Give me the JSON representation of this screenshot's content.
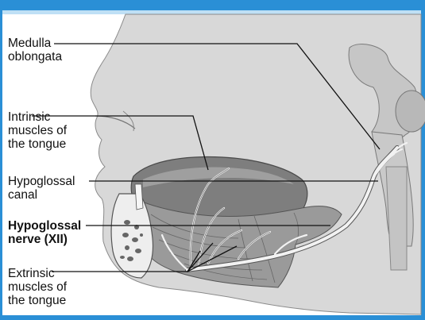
{
  "labels": {
    "medulla": {
      "line1": "Medulla",
      "line2": "oblongata"
    },
    "intrinsic": {
      "line1": "Intrinsic",
      "line2": "muscles of",
      "line3": "the tongue"
    },
    "canal": {
      "line1": "Hypoglossal",
      "line2": "canal"
    },
    "nerve": {
      "line1": "Hypoglossal",
      "line2": "nerve (XII)"
    },
    "extrinsic": {
      "line1": "Extrinsic",
      "line2": "muscles of",
      "line3": "the tongue"
    }
  },
  "colors": {
    "frame_border": "#2a8fd6",
    "head_fill": "#d8d8d8",
    "tongue_fill": "#7e7e7e",
    "muscle_fill": "#9a9a9a",
    "brain_fill": "#c6c6c6",
    "nerve_fill": "#f2f2f2",
    "leader_line": "#111111"
  }
}
